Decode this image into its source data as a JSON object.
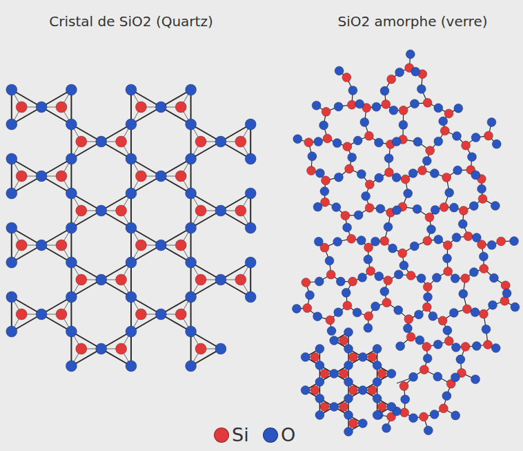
{
  "diagram": {
    "labels": [
      "Cristal de SiO2 (Quartz)",
      "SiO2 amorphe (verre)"
    ],
    "legend": [
      {
        "text": "Si",
        "color": "#e23a3a"
      },
      {
        "text": "O",
        "color": "#2b56c2"
      }
    ]
  }
}
